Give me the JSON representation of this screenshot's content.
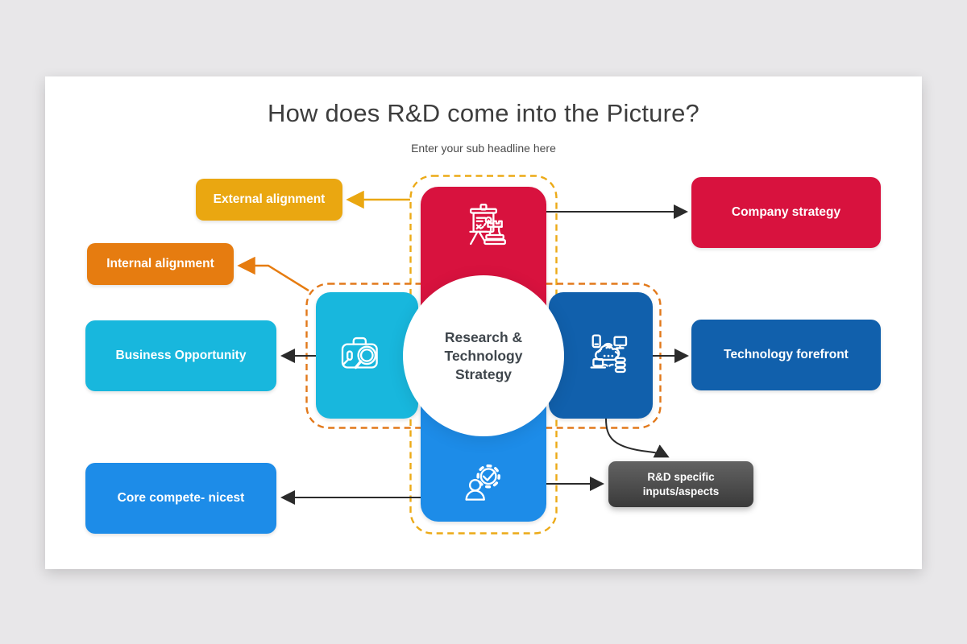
{
  "slide": {
    "title": "How does R&D come into the Picture?",
    "subtitle": "Enter your sub headline here",
    "background": "#ffffff",
    "canvas_background": "#e8e7e9",
    "title_color": "#3d3d3d",
    "subtitle_color": "#4a4a4a"
  },
  "center_circle": {
    "label": "Research &\nTechnology\nStrategy",
    "text_color": "#3f464c",
    "background": "#ffffff"
  },
  "blocks": {
    "top": {
      "icon": "strategy-presentation-icon",
      "color": "#d8123e"
    },
    "left": {
      "icon": "briefcase-search-icon",
      "color": "#18b7dd"
    },
    "right": {
      "icon": "cloud-network-icon",
      "color": "#1160ac"
    },
    "bottom": {
      "icon": "person-gear-check-icon",
      "color": "#1d8ce8"
    }
  },
  "labels": {
    "external": {
      "text": "External alignment",
      "color": "#eaa711"
    },
    "internal": {
      "text": "Internal alignment",
      "color": "#e67c10"
    },
    "business": {
      "text": "Business Opportunity",
      "color": "#18b7dd"
    },
    "core": {
      "text": "Core compete- nicest",
      "color": "#1d8ce8"
    },
    "company": {
      "text": "Company strategy",
      "color": "#d8123e"
    },
    "technology": {
      "text": "Technology forefront",
      "color": "#1160ac"
    },
    "rd": {
      "text": "R&D specific\ninputs/aspects",
      "gradient": "linear-gradient(180deg,#636363,#3a3a3a)"
    }
  },
  "outlines": {
    "vertical_group": "#ecaa17",
    "horizontal_group": "#e2791b"
  },
  "arrows": {
    "default": "#2b2b2b",
    "external": "#eaa711",
    "internal": "#e67c10"
  }
}
